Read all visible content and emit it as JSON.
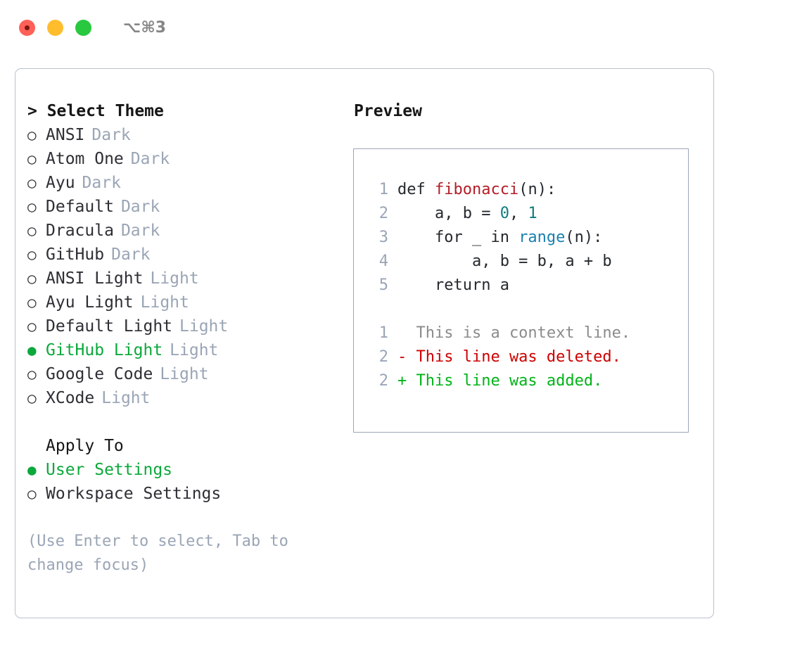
{
  "titlebar": {
    "shortcut": "⌥⌘3",
    "buttons": [
      {
        "name": "close",
        "color": "#FF6058"
      },
      {
        "name": "minimize",
        "color": "#FFBD2E"
      },
      {
        "name": "maximize",
        "color": "#28C93F"
      }
    ]
  },
  "left": {
    "header": "> Select Theme",
    "themes": [
      {
        "name": "ANSI",
        "variant": "Dark",
        "selected": false,
        "bullet": "○"
      },
      {
        "name": "Atom One",
        "variant": "Dark",
        "selected": false,
        "bullet": "○"
      },
      {
        "name": "Ayu",
        "variant": "Dark",
        "selected": false,
        "bullet": "○"
      },
      {
        "name": "Default",
        "variant": "Dark",
        "selected": false,
        "bullet": "○"
      },
      {
        "name": "Dracula",
        "variant": "Dark",
        "selected": false,
        "bullet": "○"
      },
      {
        "name": "GitHub",
        "variant": "Dark",
        "selected": false,
        "bullet": "○"
      },
      {
        "name": "ANSI Light",
        "variant": "Light",
        "selected": false,
        "bullet": "○"
      },
      {
        "name": "Ayu Light",
        "variant": "Light",
        "selected": false,
        "bullet": "○"
      },
      {
        "name": "Default Light",
        "variant": "Light",
        "selected": false,
        "bullet": "○"
      },
      {
        "name": "GitHub Light",
        "variant": "Light",
        "selected": true,
        "bullet": "●"
      },
      {
        "name": "Google Code",
        "variant": "Light",
        "selected": false,
        "bullet": "○"
      },
      {
        "name": "XCode",
        "variant": "Light",
        "selected": false,
        "bullet": "○"
      }
    ],
    "apply_to": {
      "header": "Apply To",
      "options": [
        {
          "label": "User Settings",
          "selected": true,
          "bullet": "●"
        },
        {
          "label": "Workspace Settings",
          "selected": false,
          "bullet": "○"
        }
      ]
    },
    "hint": "(Use Enter to select, Tab to change focus)"
  },
  "right": {
    "title": "Preview",
    "code_lines": [
      {
        "num": "1",
        "tokens": [
          {
            "t": "def ",
            "k": "def"
          },
          {
            "t": "fibonacci",
            "k": "fn"
          },
          {
            "t": "(n):",
            "k": "plain"
          }
        ]
      },
      {
        "num": "2",
        "tokens": [
          {
            "t": "    a, b = ",
            "k": "plain"
          },
          {
            "t": "0",
            "k": "num"
          },
          {
            "t": ", ",
            "k": "plain"
          },
          {
            "t": "1",
            "k": "num"
          }
        ]
      },
      {
        "num": "3",
        "tokens": [
          {
            "t": "    for _ in ",
            "k": "plain"
          },
          {
            "t": "range",
            "k": "builtin"
          },
          {
            "t": "(n):",
            "k": "plain"
          }
        ]
      },
      {
        "num": "4",
        "tokens": [
          {
            "t": "        a, b = b, a + b",
            "k": "plain"
          }
        ]
      },
      {
        "num": "5",
        "tokens": [
          {
            "t": "    return a",
            "k": "plain"
          }
        ]
      }
    ],
    "diff_lines": [
      {
        "num": "1",
        "text": "  This is a context line.",
        "kind": "ctx"
      },
      {
        "num": "2",
        "text": "- This line was deleted.",
        "kind": "del"
      },
      {
        "num": "2",
        "text": "+ This line was added.",
        "kind": "add"
      }
    ]
  },
  "colors": {
    "accent_green": "#0CA83C",
    "muted": "#9AA5B5",
    "text": "#2E2E35",
    "diff_add": "#00B318",
    "diff_del": "#CC0000",
    "panel_border": "#B9C1CE"
  }
}
